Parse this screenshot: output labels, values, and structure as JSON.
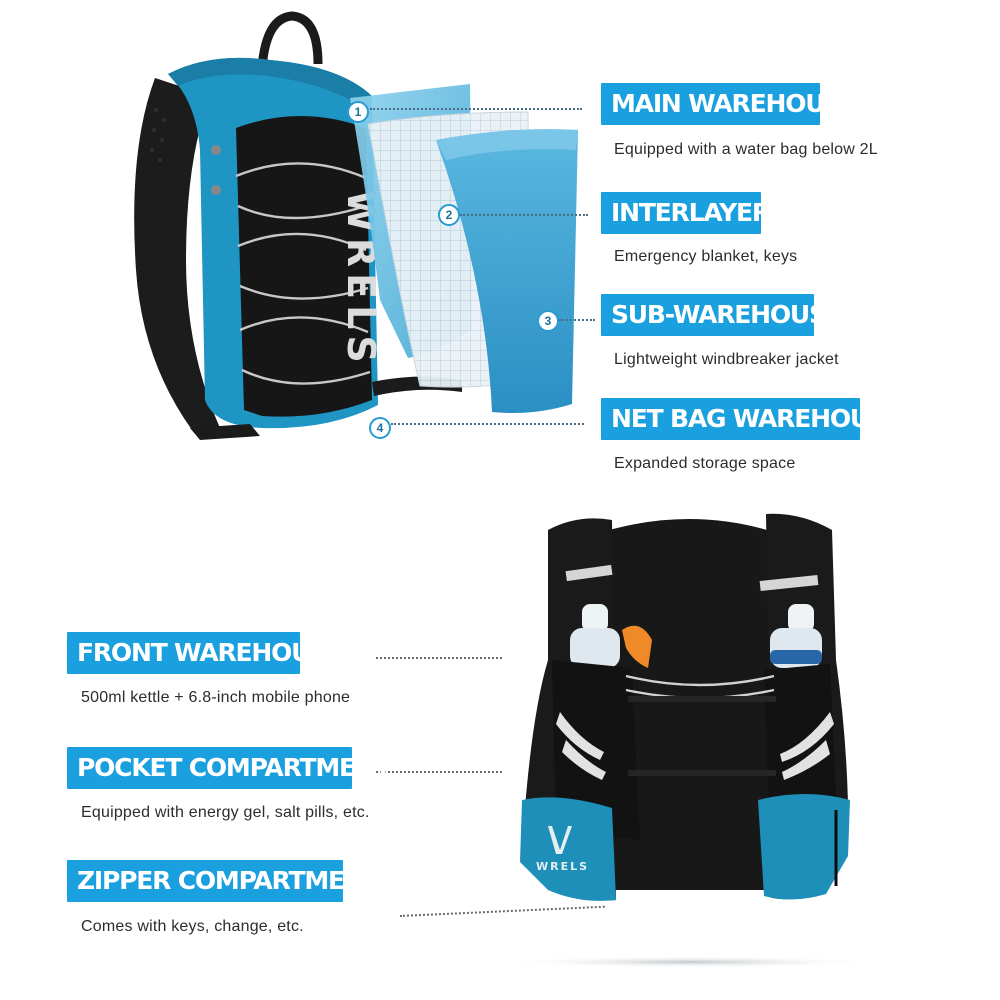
{
  "brand": {
    "name": "WRELS"
  },
  "markers": [
    "1",
    "2",
    "3",
    "4"
  ],
  "compartments": {
    "main": {
      "title": "MAIN WAREHOUSE",
      "desc": "Equipped with a water bag below 2L"
    },
    "interlayer": {
      "title": "INTERLAYER",
      "desc": "Emergency blanket, keys"
    },
    "sub": {
      "title": "SUB-WAREHOUSE",
      "desc": "Lightweight windbreaker jacket"
    },
    "net": {
      "title": "NET BAG WAREHOUSE",
      "desc": "Expanded storage space"
    },
    "front": {
      "title": "FRONT WAREHOUSE",
      "desc": "500ml kettle + 6.8-inch mobile phone"
    },
    "pocket": {
      "title": "POCKET COMPARTMENT",
      "desc": "Equipped with energy gel, salt pills, etc."
    },
    "zipper": {
      "title": "ZIPPER COMPARTMENT",
      "desc": "Comes with keys, change, etc."
    }
  },
  "colors": {
    "accent": "#1ba0df",
    "bag_blue": "#1d8fb8",
    "bag_black": "#161616"
  }
}
